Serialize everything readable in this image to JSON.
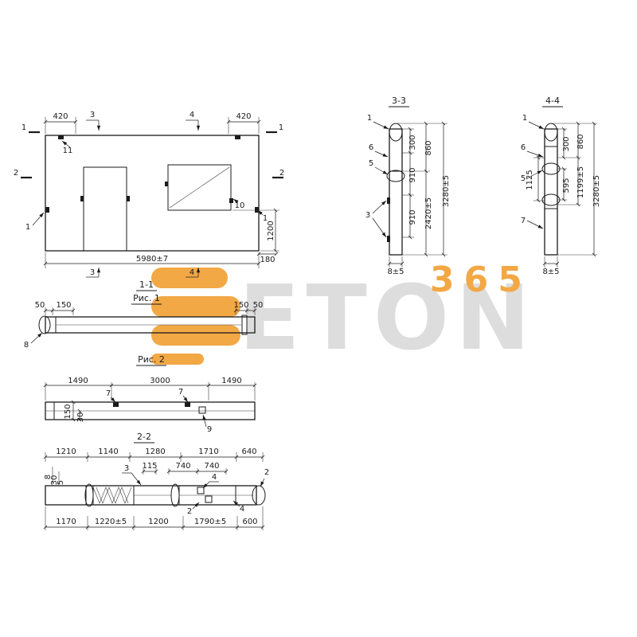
{
  "watermark": {
    "letters": "ETON",
    "number": "365",
    "orange": "#f2a43c",
    "gray": "#dcdcdc"
  },
  "front": {
    "sec1_left": "1",
    "sec1_right": "1",
    "sec2_left": "2",
    "sec2_right": "2",
    "dim_420_l": "420",
    "dim_420_r": "420",
    "cut3_top": "3",
    "cut4_top": "4",
    "cut3_bot": "3",
    "cut4_bot": "4",
    "item11": "11",
    "item10": "10",
    "item1_left": "1",
    "item1_right": "1",
    "dim_width": "5980±7",
    "dim_180": "180",
    "dim_1200": "1200"
  },
  "fig1": {
    "title": "1-1",
    "caption": "Рис. 1",
    "d50l": "50",
    "d150l": "150",
    "d150r": "150",
    "d50r": "50",
    "item8": "8"
  },
  "fig2": {
    "caption": "Рис. 2",
    "d1490l": "1490",
    "d3000": "3000",
    "d1490r": "1490",
    "item7a": "7",
    "item7b": "7",
    "item9": "9",
    "d150": "150",
    "d30": "30"
  },
  "s22": {
    "title": "2-2",
    "top": [
      "1210",
      "1140",
      "1280",
      "1710",
      "640"
    ],
    "d115": "115",
    "d740a": "740",
    "d740b": "740",
    "item3": "3",
    "item4a": "4",
    "item2a": "2",
    "item4b": "4",
    "item2b": "2",
    "side": [
      "8",
      "30",
      "5"
    ],
    "bottom": [
      "1170",
      "1220±5",
      "1200",
      "1790±5",
      "600"
    ]
  },
  "s33": {
    "title": "3-3",
    "item1": "1",
    "item6": "6",
    "item5": "5",
    "item3": "3",
    "d300": "300",
    "d910a": "910",
    "d910b": "910",
    "d860": "860",
    "d2420": "2420±5",
    "d3280": "3280±5",
    "d8": "8±5"
  },
  "s44": {
    "title": "4-4",
    "item1": "1",
    "item6": "6",
    "item5": "5",
    "item7": "7",
    "d300": "300",
    "d860": "860",
    "d595": "595",
    "d1125": "1125",
    "d1199": "1199±5",
    "d3280": "3280±5",
    "d8": "8±5"
  }
}
